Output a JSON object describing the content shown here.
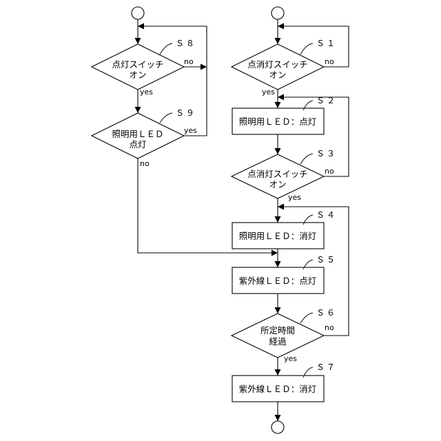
{
  "left": {
    "s8": {
      "step": "Ｓ８",
      "lines": [
        "点灯スイッチ",
        "オン"
      ],
      "no": "no",
      "yes": "yes"
    },
    "s9": {
      "step": "Ｓ９",
      "lines": [
        "照明用ＬＥＤ",
        "点灯"
      ],
      "yes": "yes",
      "no": "no"
    }
  },
  "right": {
    "s1": {
      "step": "Ｓ１",
      "lines": [
        "点消灯スイッチ",
        "オン"
      ],
      "no": "no",
      "yes": "yes"
    },
    "s2": {
      "step": "Ｓ２",
      "label": "照明用ＬＥＤ：点灯"
    },
    "s3": {
      "step": "Ｓ３",
      "lines": [
        "点消灯スイッチ",
        "オン"
      ],
      "no": "no",
      "yes": "yes"
    },
    "s4": {
      "step": "Ｓ４",
      "label": "照明用ＬＥＤ：消灯"
    },
    "s5": {
      "step": "Ｓ５",
      "label": "紫外線ＬＥＤ：点灯"
    },
    "s6": {
      "step": "Ｓ６",
      "lines": [
        "所定時間",
        "経過"
      ],
      "no": "no",
      "yes": "yes"
    },
    "s7": {
      "step": "Ｓ７",
      "label": "紫外線ＬＥＤ：消灯"
    }
  }
}
